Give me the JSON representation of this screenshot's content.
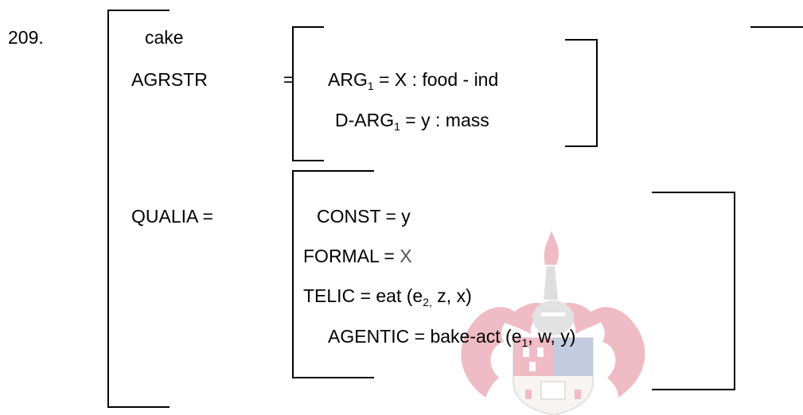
{
  "example": {
    "number": "209.",
    "word": "cake",
    "argstr": {
      "label": "AGRSTR",
      "eq": "=",
      "arg1_name": "ARG",
      "arg1_sub": "1",
      "arg1_value": " = X : food - ind",
      "darg1_name": "D-ARG",
      "darg1_sub": "1",
      "darg1_value": " = y : mass"
    },
    "qualia": {
      "label": "QUALIA =",
      "const": "CONST = y",
      "formal_key": "FORMAL = ",
      "formal_value": "X",
      "telic_pre": "TELIC = eat (e",
      "telic_sub": "2,",
      "telic_post": " z, x)",
      "agentic_pre": "AGENTIC = bake-act (e",
      "agentic_sub": "1",
      "agentic_post": ", w, y)"
    }
  },
  "colors": {
    "formal_value": "#555555",
    "watermark_red": "#c8102e",
    "watermark_blue": "#2d4a8c"
  },
  "watermark": {
    "icon": "university-crest-icon"
  }
}
